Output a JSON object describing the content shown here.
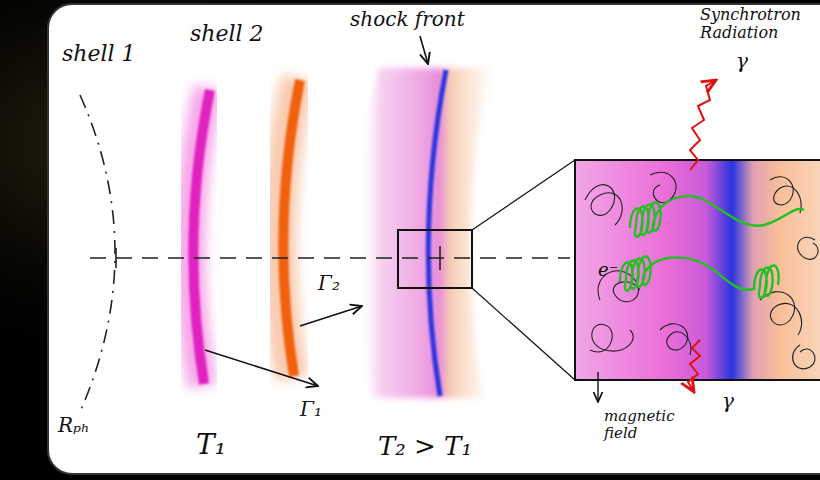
{
  "diagram": {
    "labels": [
      "shell 1",
      "shell 2",
      "shock front",
      "Synchrotron Radiation",
      "Rₚₕ",
      "Γ₂",
      "Γ₁",
      "T₁",
      "T₂ > T₁",
      "e⁻",
      "γ",
      "γ",
      "magnetic field"
    ]
  }
}
